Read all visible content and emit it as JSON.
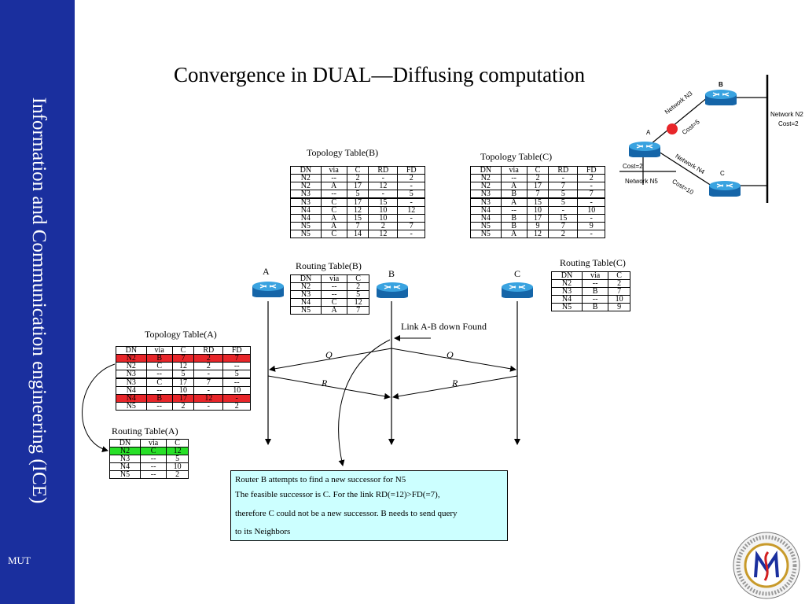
{
  "sidebar": {
    "title": "Information and Communication engineering (ICE)",
    "footer": "MUT"
  },
  "slide": {
    "title": "Convergence in DUAL—Diffusing computation"
  },
  "topology_b": {
    "caption": "Topology Table(B)",
    "headers": [
      "DN",
      "via",
      "C",
      "RD",
      "FD"
    ],
    "rows": [
      [
        "N2",
        "--",
        "2",
        "-",
        "2"
      ],
      [
        "N2",
        "A",
        "17",
        "12",
        "-"
      ],
      [
        "N3",
        "--",
        "5",
        "-",
        "5"
      ],
      [
        "N3",
        "C",
        "17",
        "15",
        "-"
      ],
      [
        "N4",
        "C",
        "12",
        "10",
        "12"
      ],
      [
        "N4",
        "A",
        "15",
        "10",
        "-"
      ],
      [
        "N5",
        "A",
        "7",
        "2",
        "7"
      ],
      [
        "N5",
        "C",
        "14",
        "12",
        "-"
      ]
    ]
  },
  "topology_c": {
    "caption": "Topology Table(C)",
    "headers": [
      "DN",
      "via",
      "C",
      "RD",
      "FD"
    ],
    "rows": [
      [
        "N2",
        "--",
        "2",
        "-",
        "2"
      ],
      [
        "N2",
        "A",
        "17",
        "7",
        "-"
      ],
      [
        "N3",
        "B",
        "7",
        "5",
        "7"
      ],
      [
        "N3",
        "A",
        "15",
        "5",
        "-"
      ],
      [
        "N4",
        "--",
        "10",
        "-",
        "10"
      ],
      [
        "N4",
        "B",
        "17",
        "15",
        "-"
      ],
      [
        "N5",
        "B",
        "9",
        "7",
        "9"
      ],
      [
        "N5",
        "A",
        "12",
        "2",
        "-"
      ]
    ]
  },
  "routing_b": {
    "caption": "Routing Table(B)",
    "headers": [
      "DN",
      "via",
      "C"
    ],
    "rows": [
      [
        "N2",
        "--",
        "2"
      ],
      [
        "N3",
        "--",
        "5"
      ],
      [
        "N4",
        "C",
        "12"
      ],
      [
        "N5",
        "A",
        "7"
      ]
    ]
  },
  "routing_c": {
    "caption": "Routing Table(C)",
    "headers": [
      "DN",
      "via",
      "C"
    ],
    "rows": [
      [
        "N2",
        "--",
        "2"
      ],
      [
        "N3",
        "B",
        "7"
      ],
      [
        "N4",
        "--",
        "10"
      ],
      [
        "N5",
        "B",
        "9"
      ]
    ]
  },
  "topology_a": {
    "caption": "Topology Table(A)",
    "headers": [
      "DN",
      "via",
      "C",
      "RD",
      "FD"
    ],
    "rows": [
      [
        "N2",
        "B",
        "7",
        "2",
        "7"
      ],
      [
        "N2",
        "C",
        "12",
        "2",
        "--"
      ],
      [
        "N3",
        "--",
        "5",
        "-",
        "5"
      ],
      [
        "N3",
        "C",
        "17",
        "7",
        "--"
      ],
      [
        "N4",
        "--",
        "10",
        "-",
        "10"
      ],
      [
        "N4",
        "B",
        "17",
        "12",
        "-"
      ],
      [
        "N5",
        "--",
        "2",
        "-",
        "2"
      ]
    ]
  },
  "routing_a": {
    "caption": "Routing Table(A)",
    "headers": [
      "DN",
      "via",
      "C"
    ],
    "rows": [
      [
        "N2",
        "C",
        "12"
      ],
      [
        "N3",
        "--",
        "5"
      ],
      [
        "N4",
        "--",
        "10"
      ],
      [
        "N5",
        "--",
        "2"
      ]
    ]
  },
  "diagram": {
    "router_a": "A",
    "router_b": "B",
    "router_c": "C",
    "link_down": "Link A-B down Found",
    "query1": "Q",
    "query2": "Q",
    "reply1": "R",
    "reply2": "R"
  },
  "network": {
    "label_a": "A",
    "label_b": "B",
    "label_c": "C",
    "network_n2": "Network N2",
    "cost_n2": "Cost=2",
    "network_n3": "Network N3",
    "cost_n3": "Cost=5",
    "network_n4": "Network N4",
    "cost_n4": "Cost=10",
    "network_n5": "Network N5",
    "cost_n5": "Cost=2"
  },
  "info": {
    "line1": "Router B attempts to find a new successor for N5",
    "line2": "The feasible successor is C.  For the link RD(=12)>FD(=7),",
    "line3": "therefore C could not be a new successor.  B needs to send query",
    "line4": "to its Neighbors"
  },
  "colors": {
    "sidebar": "#1a2f9e",
    "highlight_red": "#e8262a",
    "highlight_green": "#28e028",
    "info_bg": "#ccffff",
    "router": "#1f86c8"
  }
}
